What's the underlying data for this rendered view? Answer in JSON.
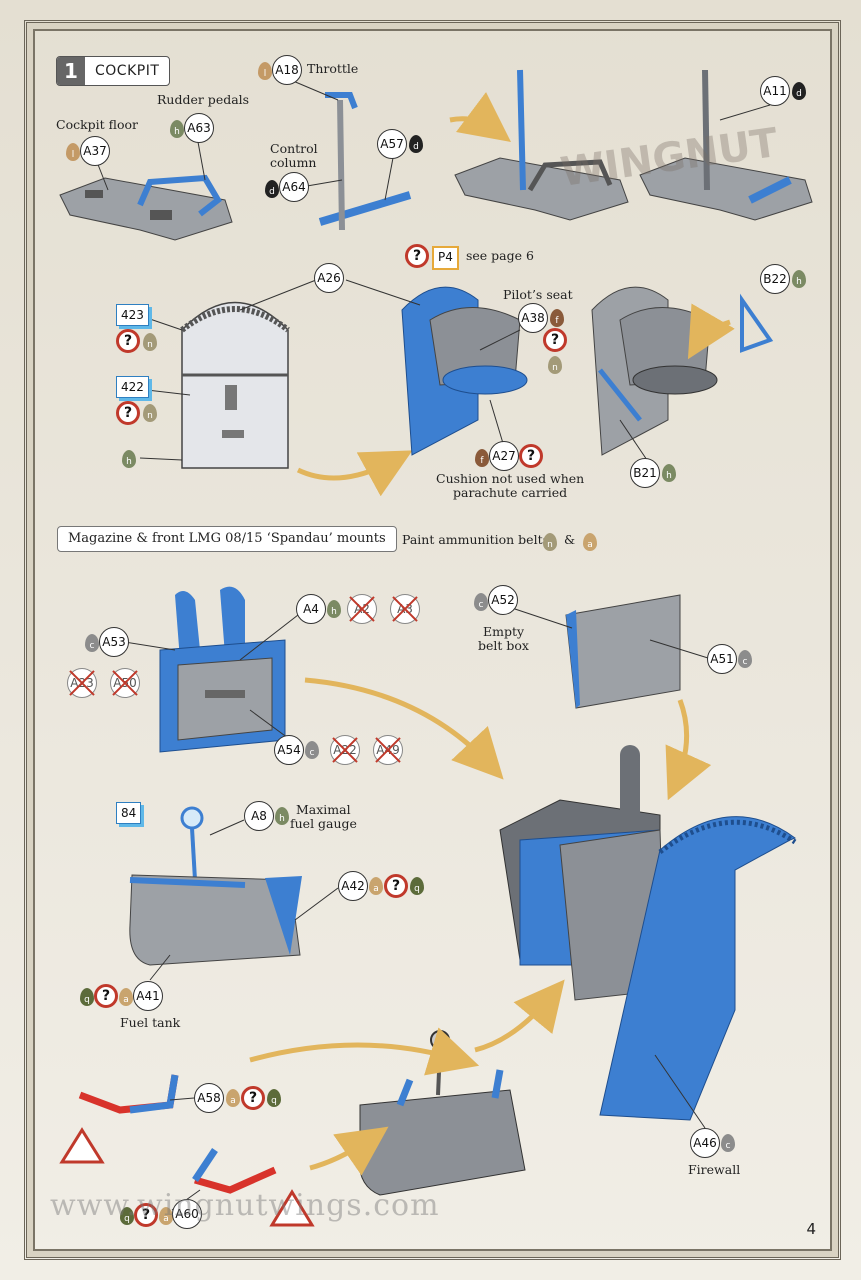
{
  "step": {
    "number": "1",
    "title": "COCKPIT"
  },
  "labels": {
    "cockpit_floor": "Cockpit floor",
    "rudder_pedals": "Rudder pedals",
    "throttle": "Throttle",
    "control_column_1": "Control",
    "control_column_2": "column",
    "see_page": "see page 6",
    "pilots_seat": "Pilot’s seat",
    "cushion_1": "Cushion not used when",
    "cushion_2": "parachute carried",
    "section_title": "Magazine & front LMG 08/15 ‘Spandau’ mounts",
    "paint_belts": "Paint ammunition belts",
    "amp": "&",
    "empty_1": "Empty",
    "empty_2": "belt box",
    "maximal_1": "Maximal",
    "maximal_2": "fuel gauge",
    "fuel_tank": "Fuel tank",
    "firewall": "Firewall"
  },
  "parts": {
    "A37": "A37",
    "A63": "A63",
    "A18": "A18",
    "A64": "A64",
    "A57": "A57",
    "A11": "A11",
    "A26": "A26",
    "A38": "A38",
    "A27": "A27",
    "B22": "B22",
    "B21": "B21",
    "A4": "A4",
    "A2": "A2",
    "A3": "A3",
    "A53": "A53",
    "A23": "A23",
    "A50": "A50",
    "A54": "A54",
    "A22": "A22",
    "A49": "A49",
    "A52": "A52",
    "A51": "A51",
    "A8": "A8",
    "A42": "A42",
    "A41": "A41",
    "A58": "A58",
    "A60": "A60",
    "A46": "A46"
  },
  "refs": {
    "r423": "423",
    "r422": "422",
    "r84": "84",
    "p4": "P4"
  },
  "paint": {
    "l": "l",
    "h": "h",
    "d": "d",
    "f": "f",
    "n": "n",
    "c": "c",
    "a": "a",
    "q": "q"
  },
  "q_mark": "?",
  "colors": {
    "blue": "#3d7fd1",
    "grey": "#8c9096",
    "red": "#d8332b",
    "gold": "#e2b55c"
  },
  "footer": {
    "url": "www.wingnutwings.com",
    "page": "4"
  }
}
